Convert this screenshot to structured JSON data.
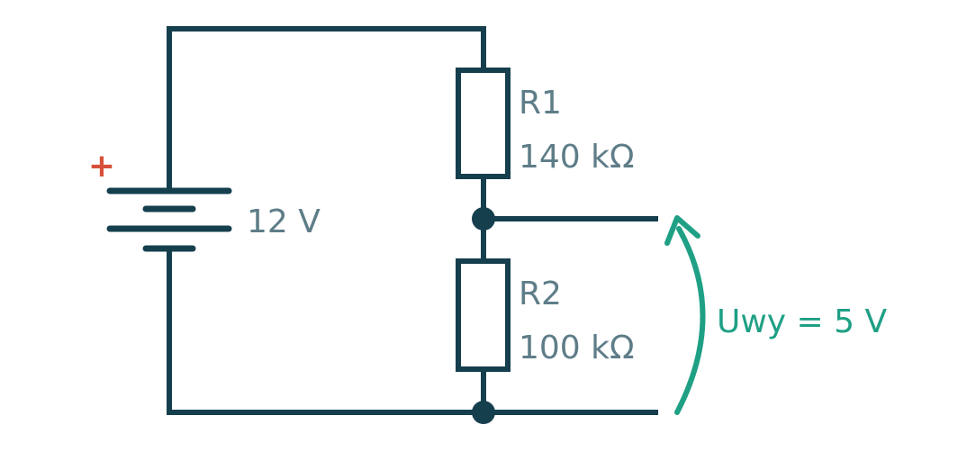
{
  "colors": {
    "wire": "#163f4e",
    "label": "#5e7d88",
    "plus": "#d8503a",
    "output": "#1fa085"
  },
  "battery": {
    "plus_sign": "+",
    "voltage_label": "12 V"
  },
  "resistors": [
    {
      "name": "R1",
      "value": "140 kΩ"
    },
    {
      "name": "R2",
      "value": "100 kΩ"
    }
  ],
  "output": {
    "label": "Uwy = 5 V"
  },
  "icons": {
    "arrow": "curved-arrow-icon"
  }
}
